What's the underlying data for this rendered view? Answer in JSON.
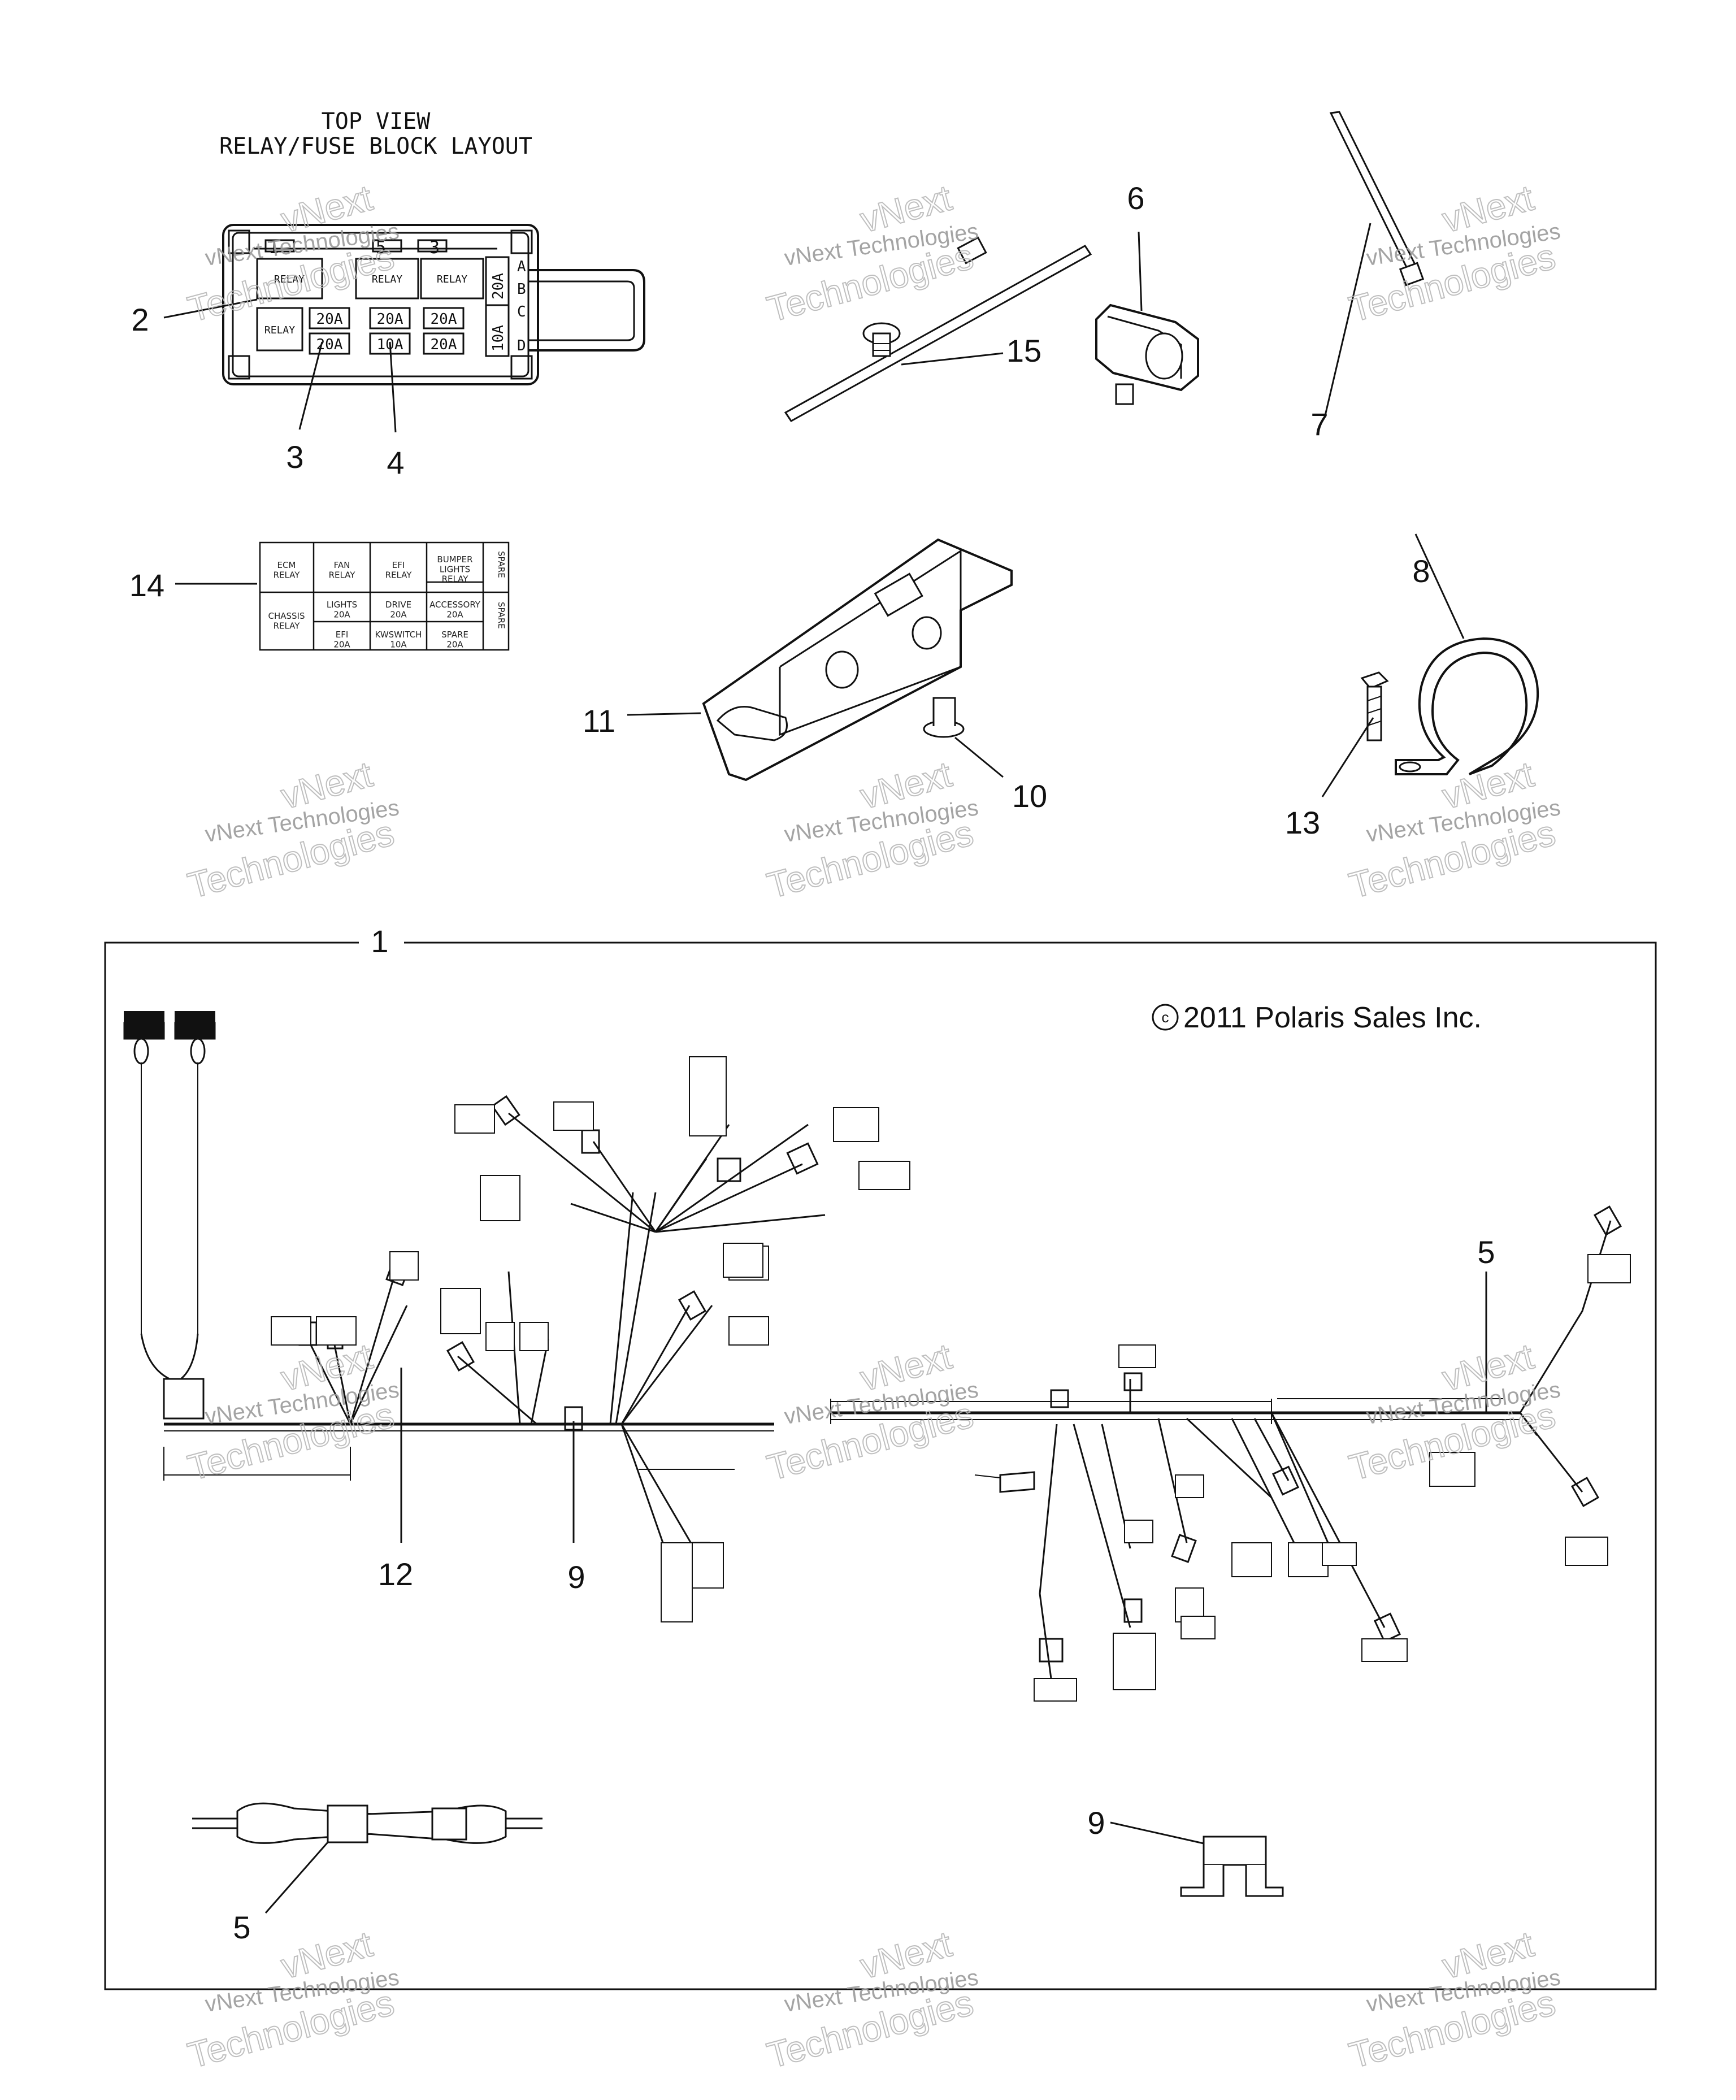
{
  "diagram": {
    "header": {
      "line1": "TOP VIEW",
      "line2": "RELAY/FUSE BLOCK LAYOUT"
    },
    "copyright": "2011 Polaris Sales Inc.",
    "watermark": {
      "line1": "vNext Technologies",
      "line2": "vNext",
      "line3": "Technologies"
    },
    "fuse_block": {
      "top_numbers": [
        "1",
        "5",
        "3"
      ],
      "relays": [
        "RELAY",
        "RELAY",
        "RELAY",
        "RELAY"
      ],
      "fuses_row1": [
        "20A",
        "20A",
        "20A"
      ],
      "fuses_row2": [
        "20A",
        "10A",
        "20A"
      ],
      "side_fuses": [
        "20A",
        "10A"
      ],
      "rows": [
        "A",
        "B",
        "C",
        "D"
      ]
    },
    "label_sheet": {
      "row1": [
        "ECM\nRELAY",
        "FAN\nRELAY",
        "EFI\nRELAY",
        "BUMPER\nLIGHTS\nRELAY"
      ],
      "row2": [
        "CHASSIS\nRELAY",
        "LIGHTS\n20A",
        "DRIVE\n20A",
        "ACCESSORY\n20A"
      ],
      "row3": [
        "",
        "EFI\n20A",
        "KWSWITCH\n10A",
        "SPARE\n20A"
      ],
      "side_top": "SPARE",
      "side_bottom": "SPARE"
    },
    "callouts": [
      "1",
      "2",
      "3",
      "4",
      "5",
      "5",
      "6",
      "7",
      "8",
      "9",
      "9",
      "10",
      "11",
      "12",
      "13",
      "14",
      "15"
    ]
  },
  "icons": {
    "copyright": "copyright-icon"
  }
}
